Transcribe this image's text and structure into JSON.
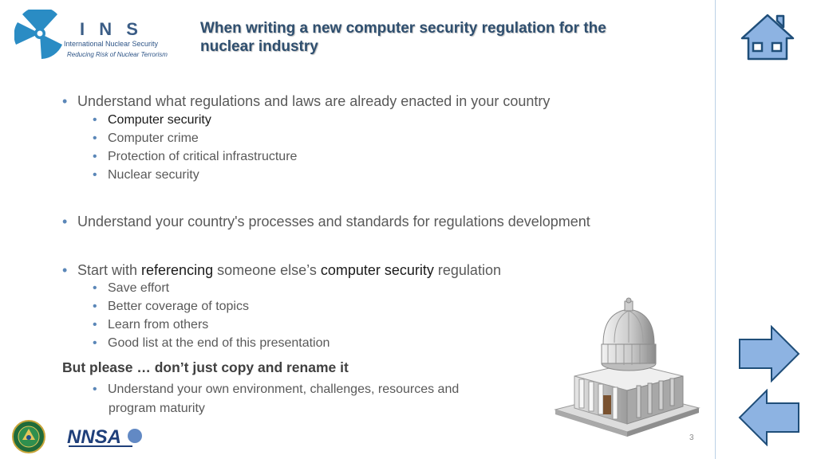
{
  "header": {
    "title_line1": "When writing a new computer security regulation for the",
    "title_line2": "nuclear industry",
    "logo_word": "I N S",
    "logo_subtitle": "International Nuclear Security",
    "logo_tagline": "Reducing Risk of Nuclear Terrorism"
  },
  "content": {
    "bullet1": {
      "text": "Understand what regulations and laws are already enacted in your country",
      "subs": [
        "Computer security",
        "Computer crime",
        "Protection of critical infrastructure",
        "Nuclear security"
      ]
    },
    "bullet2": {
      "text": "Understand your country's processes and standards for regulations development"
    },
    "bullet3": {
      "part1": "Start with ",
      "part2": "referencing",
      "part3": " someone else’s ",
      "part4": "computer security",
      "part5": " regulation",
      "subs": [
        "Save effort",
        "Better coverage of topics",
        "Learn from others",
        "Good list at the end of this presentation"
      ]
    },
    "emphasis": "But please … don’t just copy and rename it",
    "bullet4": {
      "line1": "Understand your own environment, challenges, resources and",
      "line2": "program maturity"
    }
  },
  "footer": {
    "page_number": "3",
    "nnsa_text": "NNSA"
  },
  "colors": {
    "title": "#2f4f6f",
    "bullet_dot": "#5b87b8",
    "body_text": "#595959",
    "nav_fill": "#8db3e2",
    "nav_stroke": "#1f4e79"
  },
  "icons": {
    "home": "home-icon",
    "next": "arrow-right-icon",
    "previous": "arrow-left-icon",
    "building": "capitol-building-icon"
  }
}
